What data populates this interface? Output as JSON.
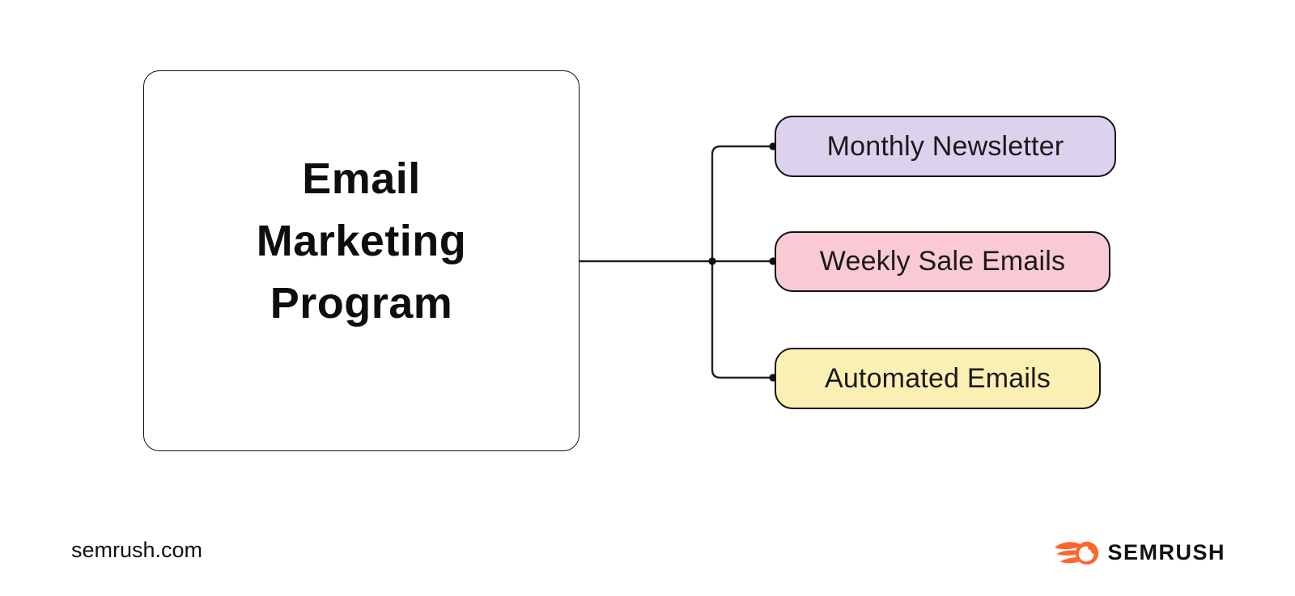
{
  "page": {
    "background": "#ffffff"
  },
  "diagram": {
    "root": {
      "label": "Email Marketing Program"
    },
    "children": [
      {
        "id": "monthly-newsletter",
        "label": "Monthly Newsletter",
        "fill": "#dcd2ee"
      },
      {
        "id": "weekly-sale-emails",
        "label": "Weekly Sale Emails",
        "fill": "#f9cad3"
      },
      {
        "id": "automated-emails",
        "label": "Automated Emails",
        "fill": "#fbf0b3"
      }
    ],
    "connector_color": "#222222",
    "node_border_color": "#111111"
  },
  "footer": {
    "website": "semrush.com",
    "brand_name": "SEMRUSH",
    "brand_color": "#ff642d"
  }
}
